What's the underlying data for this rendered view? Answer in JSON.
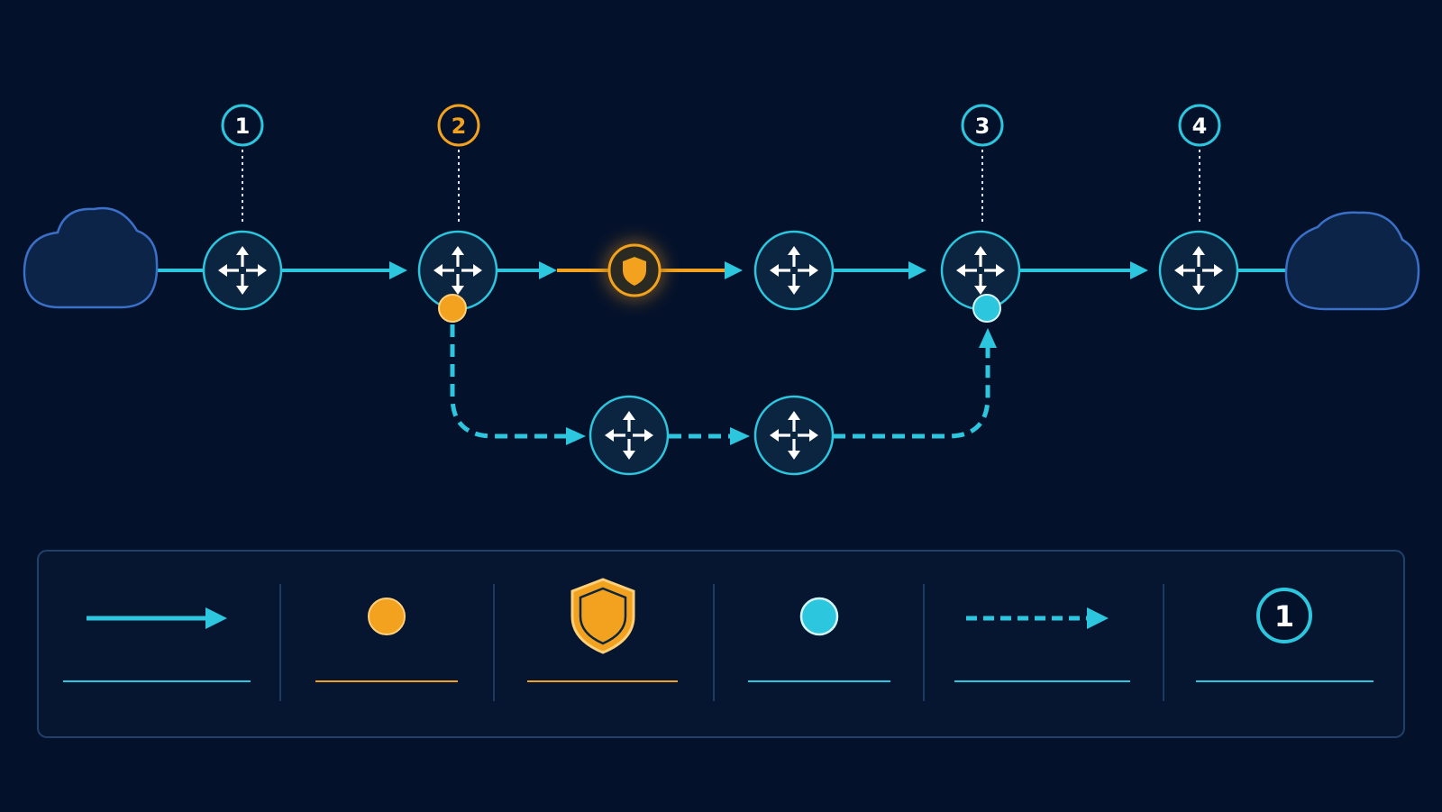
{
  "colors": {
    "background": "#04112b",
    "primary": "#2cc6de",
    "accent": "#f2a21e",
    "node_fill": "#0b2440",
    "cloud_fill": "#0c2447",
    "cloud_stroke": "#3b70c9",
    "legend_border": "#23406a",
    "divider": "#1e3a63"
  },
  "icons": {
    "router": "router-icon",
    "cloud": "cloud-icon",
    "shield": "shield-icon"
  },
  "steps": [
    {
      "number": "1",
      "color": "primary"
    },
    {
      "number": "2",
      "color": "accent"
    },
    {
      "number": "3",
      "color": "primary"
    },
    {
      "number": "4",
      "color": "primary"
    }
  ],
  "legend": {
    "items": [
      {
        "icon": "solid-arrow-icon",
        "color": "primary"
      },
      {
        "icon": "orange-dot-icon",
        "color": "accent"
      },
      {
        "icon": "shield-icon",
        "color": "accent"
      },
      {
        "icon": "cyan-dot-icon",
        "color": "primary"
      },
      {
        "icon": "dashed-arrow-icon",
        "color": "primary"
      },
      {
        "icon": "step-number-icon",
        "color": "primary",
        "number": "1"
      }
    ]
  }
}
